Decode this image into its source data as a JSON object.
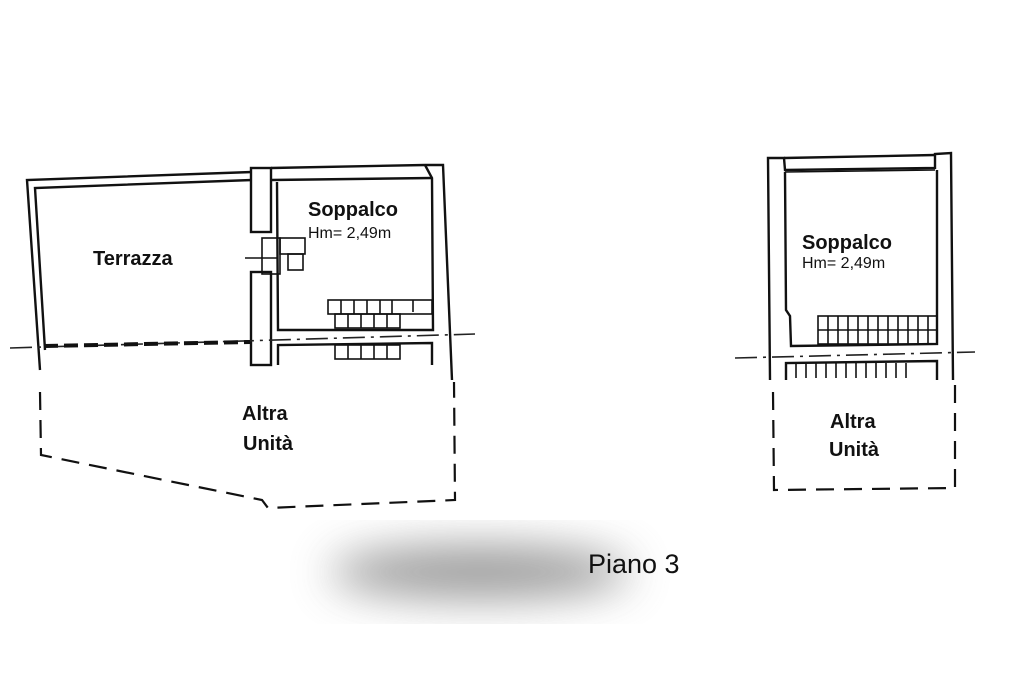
{
  "plans": [
    {
      "rooms": [
        {
          "name": "Terrazza"
        },
        {
          "name": "Soppalco",
          "height": "Hm= 2,49m"
        },
        {
          "name_line1": "Altra",
          "name_line2": "Unità"
        }
      ]
    },
    {
      "rooms": [
        {
          "name": "Soppalco",
          "height": "Hm= 2,49m"
        },
        {
          "name_line1": "Altra",
          "name_line2": "Unità"
        }
      ]
    }
  ],
  "floor_label": "Piano 3"
}
